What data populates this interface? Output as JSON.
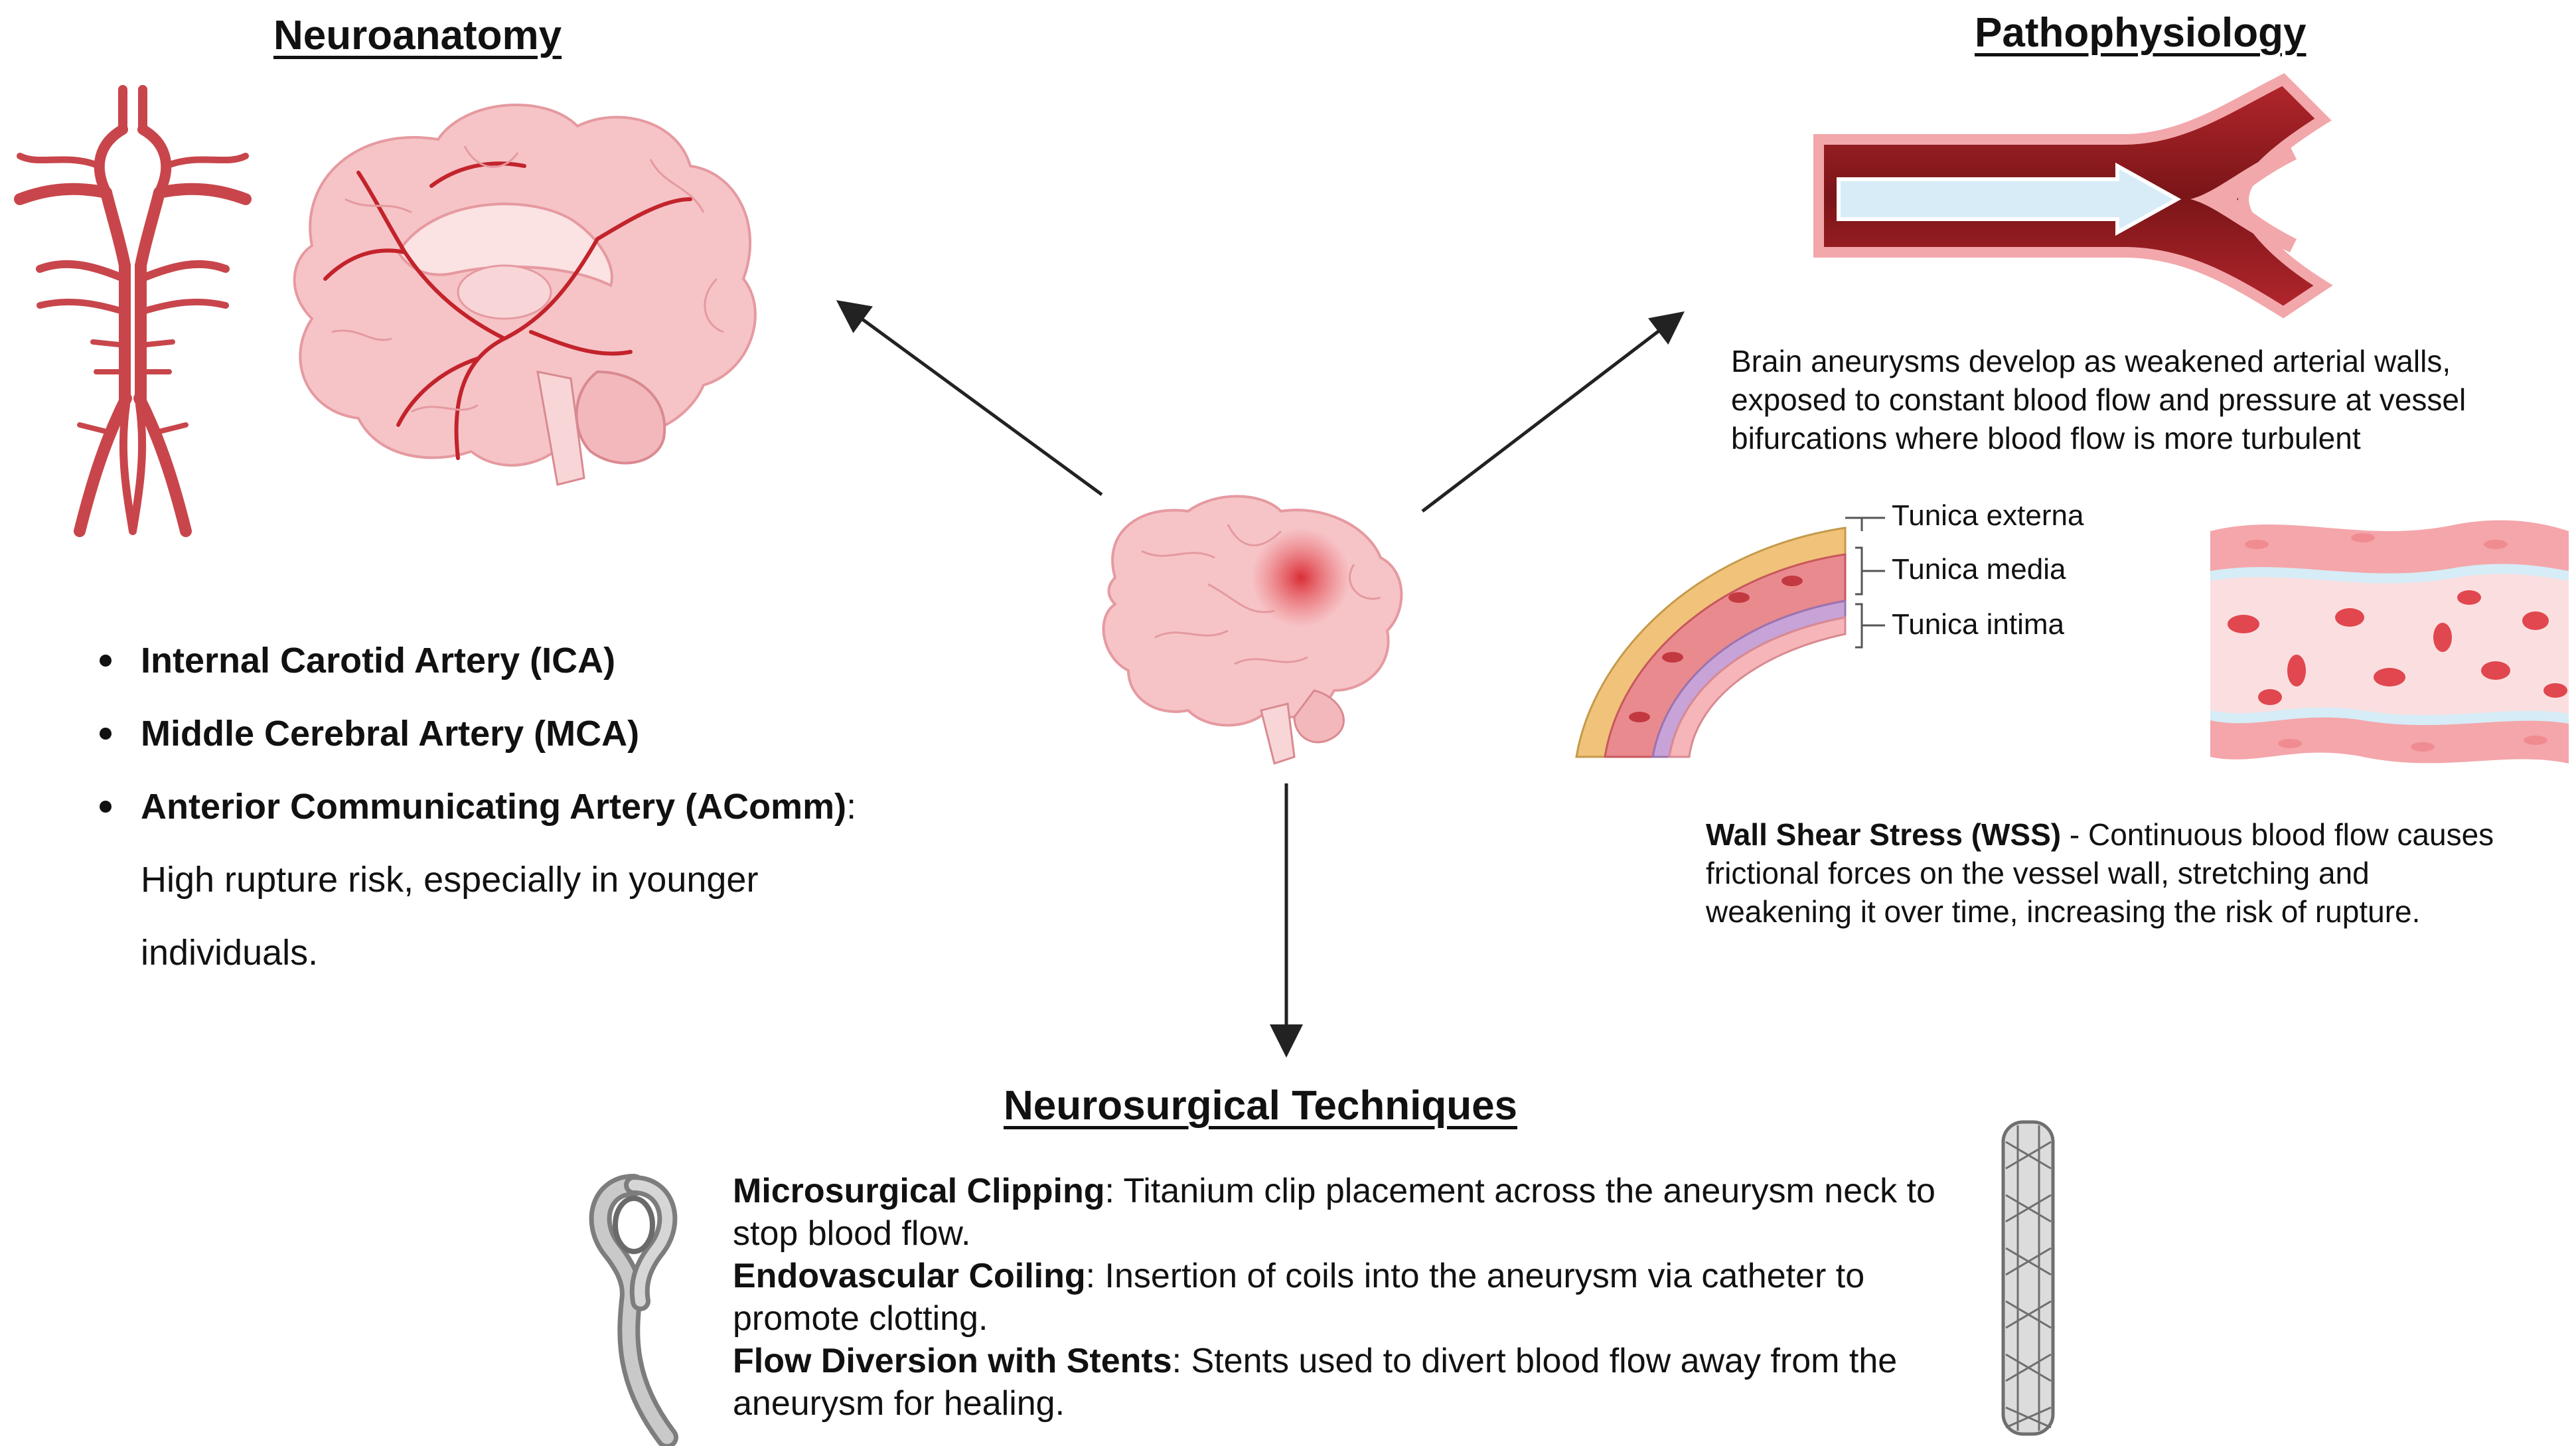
{
  "headings": {
    "neuroanatomy": "Neuroanatomy",
    "pathophysiology": "Pathophysiology",
    "techniques": "Neurosurgical Techniques"
  },
  "neuroanatomy": {
    "items": [
      {
        "bold": "Internal Carotid Artery (ICA)",
        "rest": ""
      },
      {
        "bold": "Middle Cerebral Artery (MCA)",
        "rest": ""
      },
      {
        "bold": "Anterior Communicating Artery (AComm)",
        "rest": ":"
      }
    ],
    "note_line1": "High rupture risk, especially in younger",
    "note_line2": "individuals."
  },
  "pathophysiology": {
    "description": "Brain aneurysms develop as weakened arterial walls, exposed to constant blood flow and pressure at vessel bifurcations where blood flow is more turbulent",
    "layers": [
      "Tunica externa",
      "Tunica media",
      "Tunica intima"
    ],
    "wss_bold": "Wall Shear Stress (WSS)",
    "wss_text": " - Continuous blood flow causes frictional forces on the vessel wall, stretching and weakening it over time, increasing the risk of rupture."
  },
  "techniques": [
    {
      "bold": "Microsurgical Clipping",
      "text": ": Titanium clip placement across the aneurysm neck to stop blood flow."
    },
    {
      "bold": "Endovascular Coiling",
      "text": ": Insertion of coils into the aneurysm via catheter to promote clotting."
    },
    {
      "bold": "Flow Diversion with Stents",
      "text": ": Stents used to divert blood flow away from the aneurysm for healing."
    }
  ],
  "icons": {
    "artery_tree": "artery-tree-icon",
    "brain_sagittal": "brain-sagittal-icon",
    "brain_center": "brain-aneurysm-icon",
    "vessel": "vessel-bifurcation-icon",
    "wall_layers": "vessel-wall-layers-icon",
    "blood_cells": "blood-vessel-cells-icon",
    "clip": "aneurysm-clip-icon",
    "stent": "stent-icon"
  },
  "colors": {
    "artery": "#c8464b",
    "brain": "#f6c4c7",
    "vessel_dark": "#8b1d22",
    "vessel_light": "#f2a7ab"
  }
}
